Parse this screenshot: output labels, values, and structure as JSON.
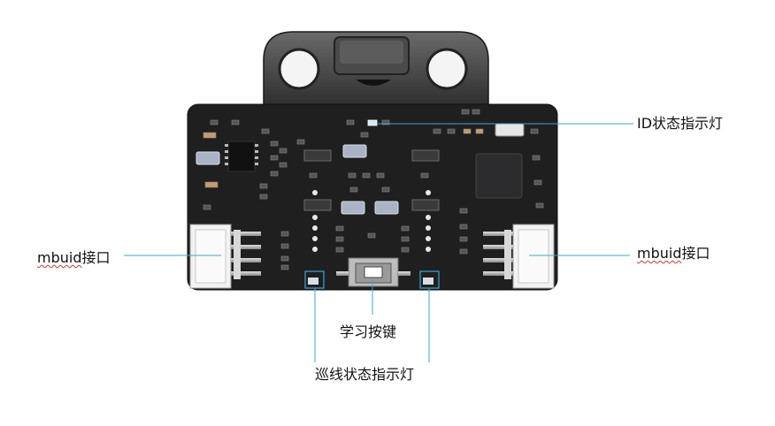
{
  "labels": {
    "id_led": "ID状态指示灯",
    "mbuild_left": {
      "latin": "mbuid",
      "cjk": "接口"
    },
    "mbuild_right": {
      "latin": "mbuid",
      "cjk": "接口"
    },
    "learn_button": "学习按键",
    "line_led": "巡线状态指示灯"
  },
  "colors": {
    "board": "#1f1f20",
    "connector": "#f2f2f2",
    "callout_line": "#3aa7d8",
    "pin": "#b8b8b8"
  }
}
